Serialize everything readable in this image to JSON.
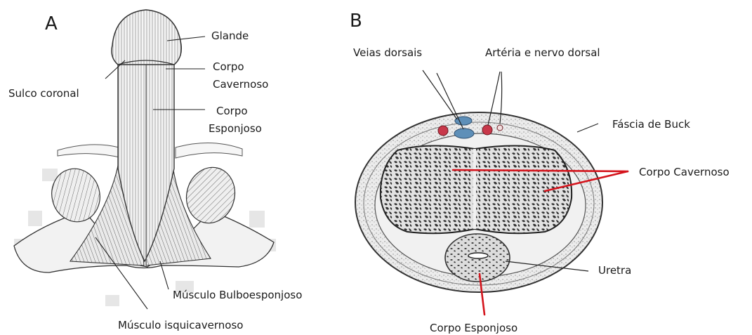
{
  "panels": {
    "a": {
      "letter": "A",
      "labels": {
        "glande": "Glande",
        "corpo_cavernoso_1": "Corpo",
        "corpo_cavernoso_2": "Cavernoso",
        "corpo_esponjoso_1": "Corpo",
        "corpo_esponjoso_2": "Esponjoso",
        "sulco_coronal": "Sulco coronal",
        "musculo_bulboesponjoso": "Músculo Bulboesponjoso",
        "musculo_isquicavernoso": "Músculo isquicavernoso"
      }
    },
    "b": {
      "letter": "B",
      "labels": {
        "veias_dorsais": "Veias dorsais",
        "arteria_nervo_dorsal": "Artéria e nervo dorsal",
        "fascia_de_buck": "Fáscia de Buck",
        "corpo_cavernoso": "Corpo Cavernoso",
        "uretra": "Uretra",
        "corpo_esponjoso": "Corpo Esponjoso"
      }
    }
  },
  "colors": {
    "highlight_line": "#d4141c",
    "vein": "#5e8fb8",
    "artery": "#c8384a",
    "leader_line": "#222222"
  }
}
